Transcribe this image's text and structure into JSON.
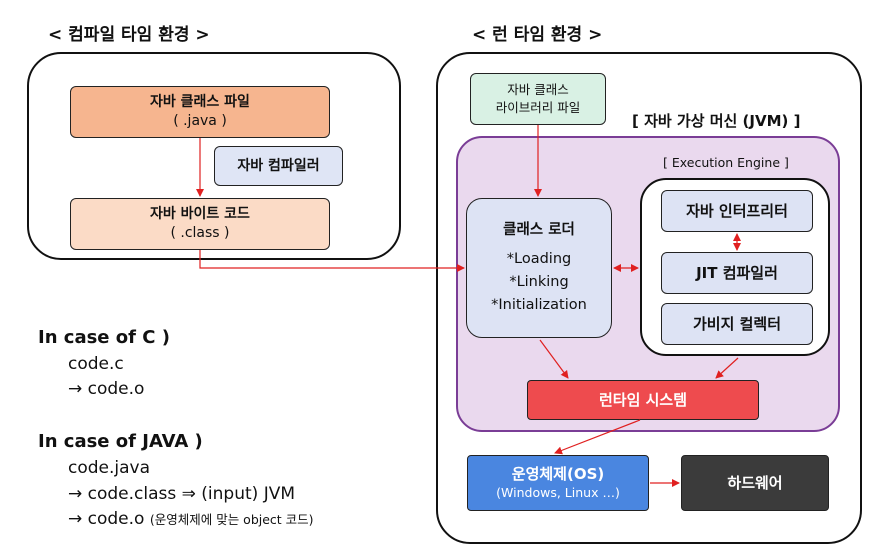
{
  "compile_section": {
    "title": "< 컴파일 타임 환경 >",
    "java_file": {
      "name": "자바 클래스 파일",
      "ext": "( .java )"
    },
    "compiler": "자바 컴파일러",
    "bytecode": {
      "name": "자바 바이트 코드",
      "ext": "( .class )"
    }
  },
  "runtime_section": {
    "title": "< 런 타임 환경 >",
    "library": {
      "line1": "자바 클래스",
      "line2": "라이브러리 파일"
    },
    "jvm_label": "[ 자바 가상 머신 (JVM) ]",
    "class_loader": {
      "title": "클래스 로더",
      "steps": [
        "*Loading",
        "*Linking",
        "*Initialization"
      ]
    },
    "engine": {
      "label": "[ Execution Engine ]",
      "interpreter": "자바 인터프리터",
      "jit": "JIT 컴파일러",
      "gc": "가비지 컬렉터"
    },
    "runtime_system": "런타임 시스템",
    "os": {
      "name": "운영체제(OS)",
      "detail": "(Windows, Linux …)"
    },
    "hardware": "하드웨어"
  },
  "notes": {
    "c": {
      "heading": "In case of C )",
      "lines": [
        "code.c",
        "→ code.o"
      ]
    },
    "java": {
      "heading": "In case of JAVA )",
      "line1": "code.java",
      "line2": "→ code.class ⇒ (input) JVM",
      "line3_main": "→ code.o",
      "line3_note": "(운영체제에 맞는 object 코드)"
    }
  },
  "colors": {
    "arrow": "#e02020",
    "java_file": "#f6b58f",
    "bytecode": "#fbdbc6",
    "compiler": "#dfe5f5",
    "library": "#d9f1e4",
    "jvm": "#ead9ee",
    "jvm_border": "#7a3d96",
    "engine_component": "#dde3f4",
    "runtime_system": "#ee4b4e",
    "os": "#4a86e0",
    "hardware": "#3b3b3b"
  }
}
